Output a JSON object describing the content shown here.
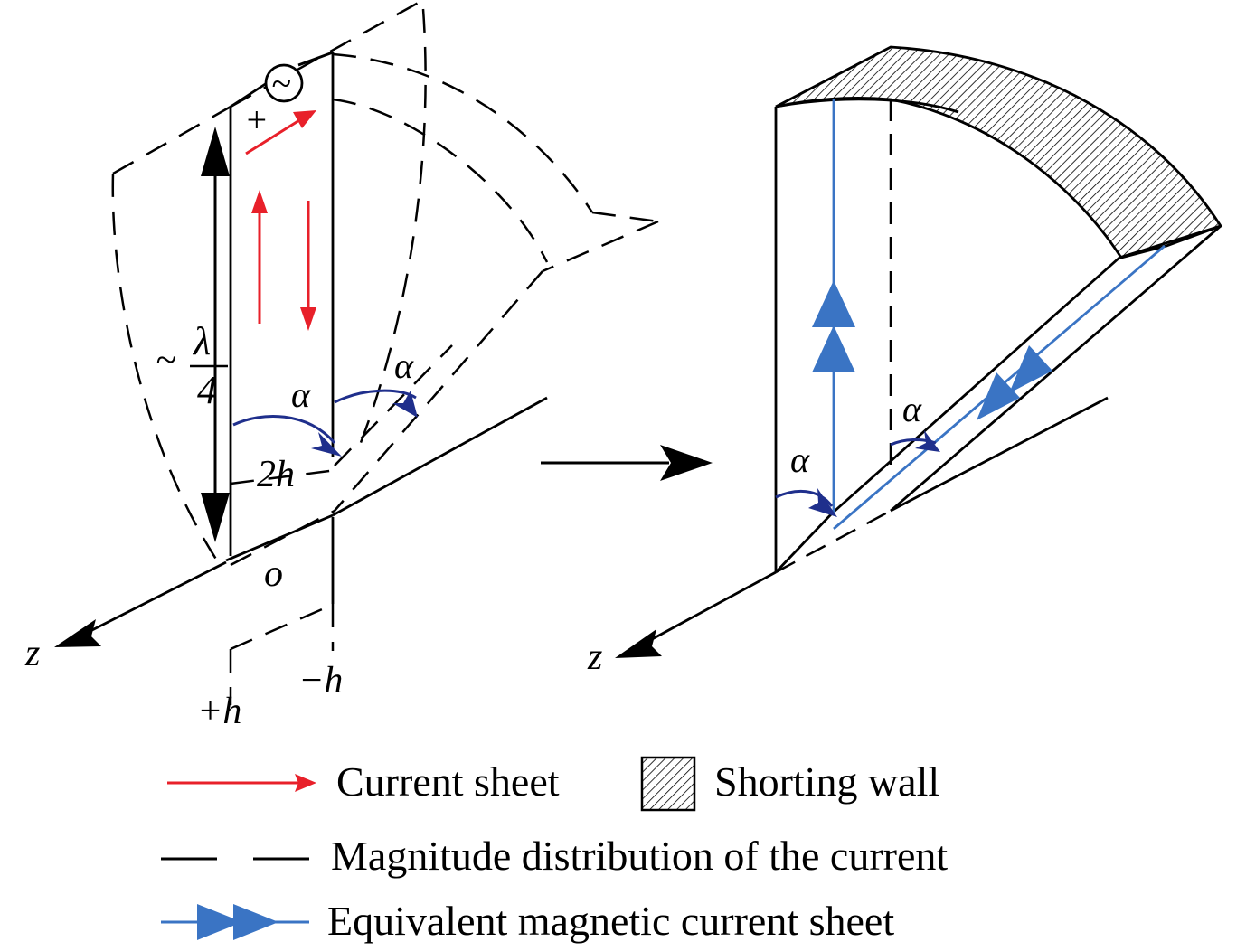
{
  "left_diagram": {
    "axis_z": "z",
    "quarter_wave_prefix": "~",
    "quarter_wave_num": "λ",
    "quarter_wave_den": "4",
    "width_label": "2h",
    "origin": "o",
    "plus_h": "+h",
    "minus_h": "−h",
    "alpha_1": "α",
    "alpha_2": "α",
    "source_plus": "+",
    "source_symbol": "~"
  },
  "right_diagram": {
    "axis_z": "z",
    "alpha_1": "α",
    "alpha_2": "α"
  },
  "legend": {
    "current_sheet": "Current sheet",
    "shorting_wall": "Shorting wall",
    "magnitude": "Magnitude distribution of the current",
    "magnetic": "Equivalent magnetic current sheet"
  },
  "colors": {
    "red": "#e8202a",
    "blue": "#3a74c4",
    "dark_blue": "#1f2f8c",
    "black": "#000000"
  }
}
